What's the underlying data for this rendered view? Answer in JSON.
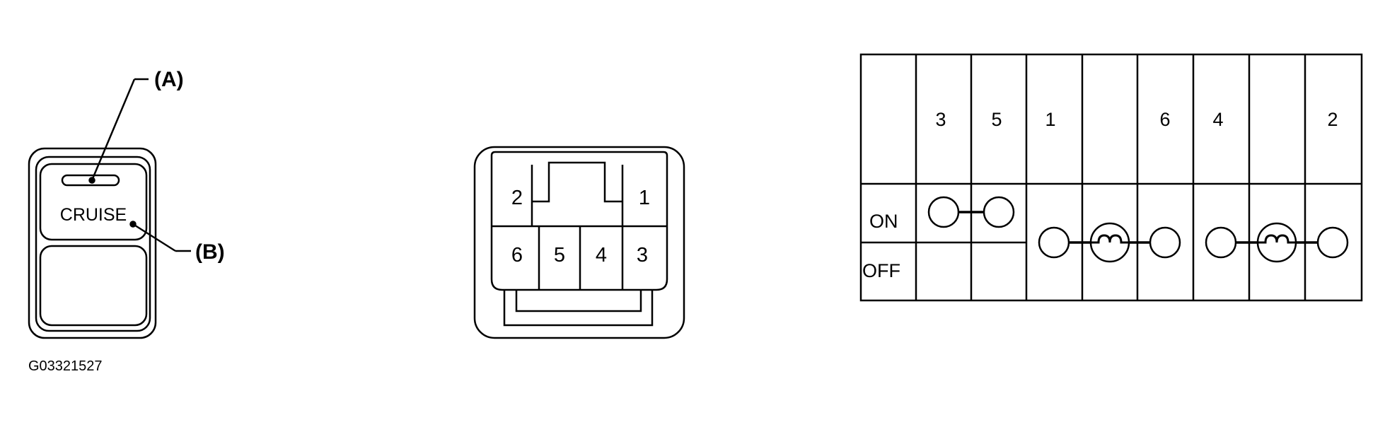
{
  "switch": {
    "button_text": "CRUISE",
    "callout_a": "(A)",
    "callout_b": "(B)"
  },
  "figure_code": "G03321527",
  "connector": {
    "top_pins": [
      "2",
      "1"
    ],
    "bottom_pins": [
      "6",
      "5",
      "4",
      "3"
    ]
  },
  "table": {
    "terminals": [
      "3",
      "5",
      "1",
      "",
      "6",
      "4",
      "",
      "2"
    ],
    "rows": [
      "ON",
      "OFF"
    ]
  }
}
